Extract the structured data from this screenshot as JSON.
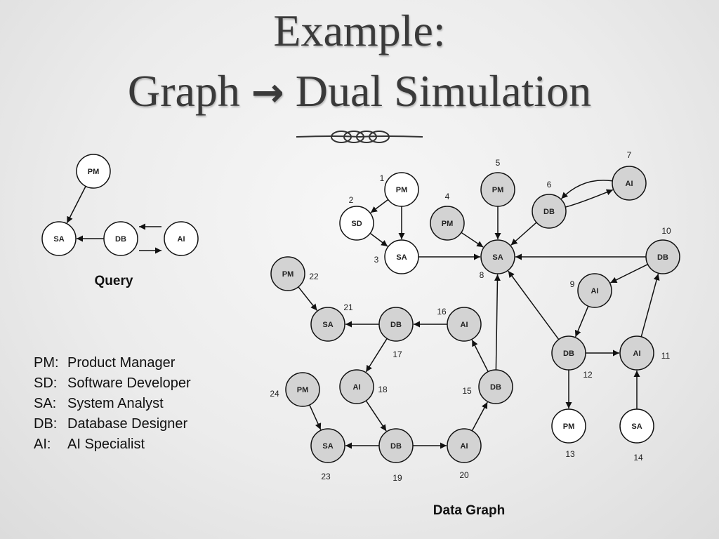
{
  "title": {
    "line1": "Example:",
    "line2_left": "Graph",
    "line2_arrow": "→",
    "line2_right": "Dual Simulation"
  },
  "query": {
    "caption": "Query",
    "nodes": [
      {
        "key": "pm",
        "label": "PM",
        "fill": "#ffffff"
      },
      {
        "key": "sa",
        "label": "SA",
        "fill": "#ffffff"
      },
      {
        "key": "db",
        "label": "DB",
        "fill": "#ffffff"
      },
      {
        "key": "ai",
        "label": "AI",
        "fill": "#ffffff"
      }
    ],
    "edges": [
      {
        "from": "pm",
        "to": "sa"
      },
      {
        "from": "db",
        "to": "sa"
      },
      {
        "from": "ai",
        "to": "db"
      },
      {
        "from": "db",
        "to": "ai"
      }
    ]
  },
  "data_graph": {
    "caption": "Data Graph",
    "colors": {
      "matched": "#d3d3d3",
      "unmatched": "#ffffff",
      "stroke": "#111111"
    },
    "nodes": [
      {
        "id": "1",
        "label": "PM",
        "matched": false
      },
      {
        "id": "2",
        "label": "SD",
        "matched": false
      },
      {
        "id": "3",
        "label": "SA",
        "matched": false
      },
      {
        "id": "4",
        "label": "PM",
        "matched": true
      },
      {
        "id": "5",
        "label": "PM",
        "matched": true
      },
      {
        "id": "6",
        "label": "DB",
        "matched": true
      },
      {
        "id": "7",
        "label": "AI",
        "matched": true
      },
      {
        "id": "8",
        "label": "SA",
        "matched": true
      },
      {
        "id": "9",
        "label": "AI",
        "matched": true
      },
      {
        "id": "10",
        "label": "DB",
        "matched": true
      },
      {
        "id": "11",
        "label": "AI",
        "matched": true
      },
      {
        "id": "12",
        "label": "DB",
        "matched": true
      },
      {
        "id": "13",
        "label": "PM",
        "matched": false
      },
      {
        "id": "14",
        "label": "SA",
        "matched": false
      },
      {
        "id": "15",
        "label": "DB",
        "matched": true
      },
      {
        "id": "16",
        "label": "AI",
        "matched": true
      },
      {
        "id": "17",
        "label": "DB",
        "matched": true
      },
      {
        "id": "18",
        "label": "AI",
        "matched": true
      },
      {
        "id": "19",
        "label": "DB",
        "matched": true
      },
      {
        "id": "20",
        "label": "AI",
        "matched": true
      },
      {
        "id": "21",
        "label": "SA",
        "matched": true
      },
      {
        "id": "22",
        "label": "PM",
        "matched": true
      },
      {
        "id": "23",
        "label": "SA",
        "matched": true
      },
      {
        "id": "24",
        "label": "PM",
        "matched": true
      }
    ],
    "edges": [
      {
        "from": "1",
        "to": "2"
      },
      {
        "from": "1",
        "to": "3"
      },
      {
        "from": "2",
        "to": "3"
      },
      {
        "from": "3",
        "to": "8"
      },
      {
        "from": "4",
        "to": "8"
      },
      {
        "from": "5",
        "to": "8"
      },
      {
        "from": "6",
        "to": "8"
      },
      {
        "from": "6",
        "to": "7"
      },
      {
        "from": "7",
        "to": "6"
      },
      {
        "from": "10",
        "to": "8"
      },
      {
        "from": "10",
        "to": "9"
      },
      {
        "from": "9",
        "to": "12"
      },
      {
        "from": "12",
        "to": "8"
      },
      {
        "from": "12",
        "to": "11"
      },
      {
        "from": "12",
        "to": "13"
      },
      {
        "from": "11",
        "to": "10"
      },
      {
        "from": "14",
        "to": "11"
      },
      {
        "from": "15",
        "to": "8"
      },
      {
        "from": "15",
        "to": "16"
      },
      {
        "from": "16",
        "to": "17"
      },
      {
        "from": "17",
        "to": "21"
      },
      {
        "from": "17",
        "to": "18"
      },
      {
        "from": "22",
        "to": "21"
      },
      {
        "from": "18",
        "to": "19"
      },
      {
        "from": "19",
        "to": "23"
      },
      {
        "from": "19",
        "to": "20"
      },
      {
        "from": "20",
        "to": "15"
      },
      {
        "from": "24",
        "to": "23"
      }
    ]
  },
  "legend": [
    {
      "code": "PM:",
      "text": "Product Manager"
    },
    {
      "code": "SD:",
      "text": "Software Developer"
    },
    {
      "code": "SA:",
      "text": "System Analyst"
    },
    {
      "code": "DB:",
      "text": "Database Designer"
    },
    {
      "code": "AI:",
      "text": "AI Specialist"
    }
  ]
}
